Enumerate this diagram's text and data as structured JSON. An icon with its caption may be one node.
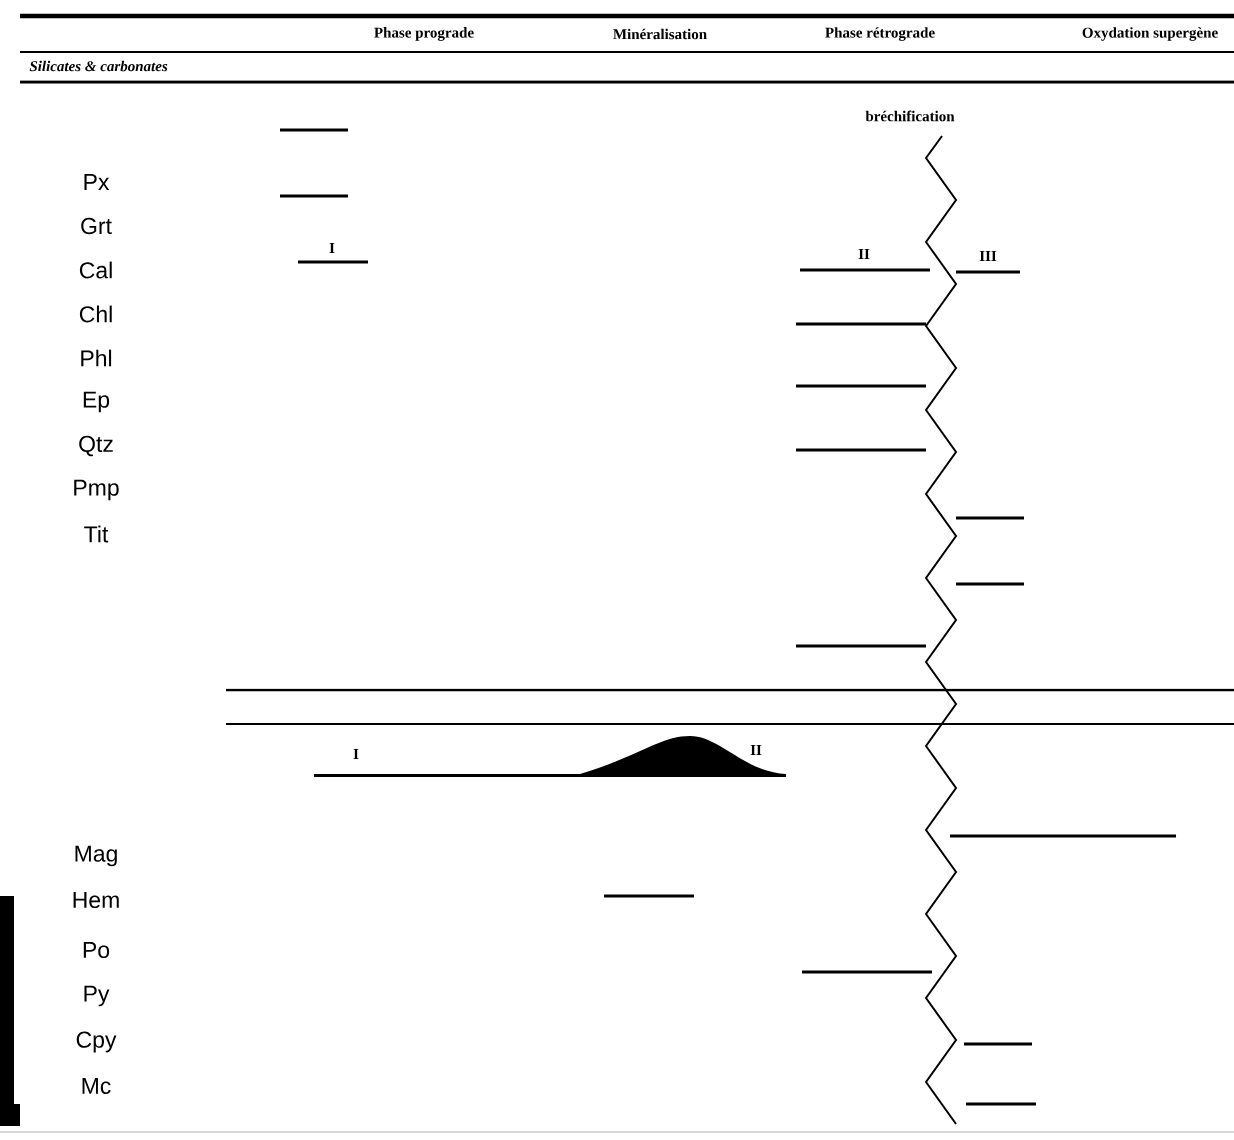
{
  "diagram": {
    "labels": [
      "Phase prograde",
      "Minéralisation",
      "Phase rétrograde",
      "Oxydation supergène",
      "Silicates & carbonates",
      "bréchification",
      "Px",
      "Grt",
      "I",
      "II",
      "III",
      "Cal",
      "Chl",
      "Phl",
      "Ep",
      "Qtz",
      "Pmp",
      "Tit",
      "I",
      "II",
      "Mag",
      "Hem",
      "Po",
      "Py",
      "Cpy",
      "Mc"
    ]
  }
}
